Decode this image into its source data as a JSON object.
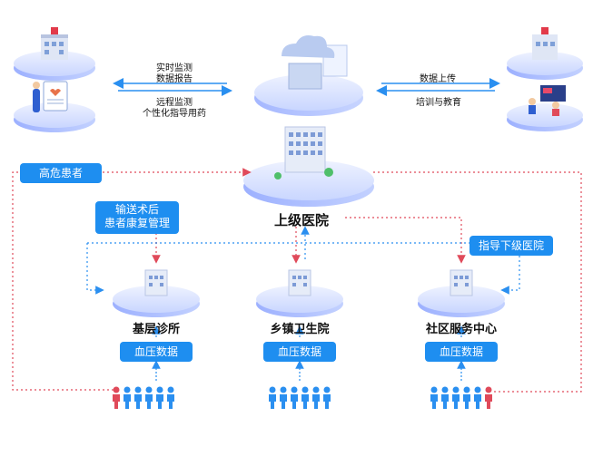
{
  "top_left_arrows": {
    "line1": "实时监测",
    "line2": "数据报告",
    "line3": "远程监测",
    "line4": "个性化指导用药"
  },
  "top_right_arrows": {
    "line1": "数据上传",
    "line2": "培训与教育"
  },
  "tags": {
    "high_risk": "高危患者",
    "postop_line1": "输送术后",
    "postop_line2": "患者康复管理",
    "guide_lower": "指导下级医院"
  },
  "center": {
    "hospital_label": "上级医院"
  },
  "nodes": [
    {
      "label": "基层诊所",
      "data_tag": "血压数据"
    },
    {
      "label": "乡镇卫生院",
      "data_tag": "血压数据"
    },
    {
      "label": "社区服务中心",
      "data_tag": "血压数据"
    }
  ],
  "colors": {
    "accent": "#1e8ef0",
    "dotted_red": "#e04a5a",
    "dotted_blue": "#2a8ff0",
    "platform": "#6f8fff"
  }
}
